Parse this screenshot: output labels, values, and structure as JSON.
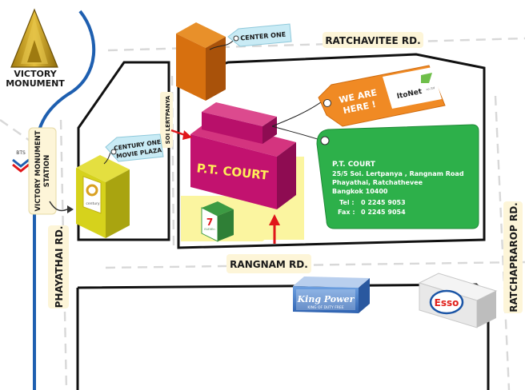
{
  "landmark": {
    "line1": "VICTORY",
    "line2": "MONUMENT"
  },
  "roads": {
    "ratchavitee": "RATCHAVITEE RD.",
    "rangnam": "RANGNAM RD.",
    "phayathai": "PHAYATHAI RD.",
    "ratchaprarop": "RATCHAPRAROP RD.",
    "soi_lertpanya": "SOI LERTPANYA"
  },
  "bts": {
    "logo_text": "BTS",
    "station_line1": "VICTORY MONUMENT",
    "station_line2": "STATION"
  },
  "places": {
    "center_one": "CENTER ONE",
    "century_line1": "CENTURY ONE",
    "century_line2": "MOVIE PLAZA",
    "century_logo_small": "century",
    "pt_court": "P.T. COURT",
    "seven_eleven": "7",
    "seven_eleven_small": "ELEVEn",
    "king_power_line1": "King Power",
    "king_power_line2": "KING OF DUTY FREE",
    "esso": "Esso"
  },
  "we_are_here": {
    "line1": "WE ARE",
    "line2": "HERE !",
    "brand": "ItoNet",
    "brand_small": "co.,ltd"
  },
  "address": {
    "name": "P.T. COURT",
    "line1": "25/5 Soi. Lertpanya , Rangnam Road",
    "line2": "Phayathai, Ratchathevee",
    "line3": "Bangkok 10400",
    "tel_label": "Tel  :",
    "tel": "0 2245 9053",
    "fax_label": "Fax :",
    "fax": "0 2245 9054"
  },
  "colors": {
    "road_line": "#d8d8d8",
    "block_outline": "#111111",
    "blue_line": "#1e5fb0",
    "label_bg": "#fdf5d8",
    "pt_court": "#c2126f",
    "pt_court_top": "#d4347f",
    "pt_court_side": "#8e0c52",
    "yellow_area": "#fbf5a0",
    "green_card": "#2db04a",
    "orange_tag": "#f08a24",
    "center_one": "#d7700f",
    "century": "#d6d21c",
    "king_power_blue": "#3b78c9",
    "esso_red": "#e1211c",
    "esso_blue": "#1b55a6",
    "monument": "#c8a021",
    "arrow_red": "#e0161a"
  }
}
